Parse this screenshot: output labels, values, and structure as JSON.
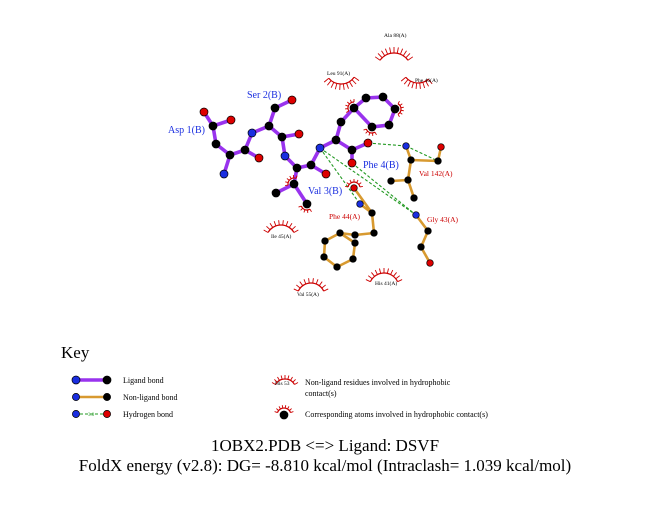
{
  "ligand_residues": [
    {
      "label": "Asp 1(B)"
    },
    {
      "label": "Ser 2(B)"
    },
    {
      "label": "Val 3(B)"
    },
    {
      "label": "Phe 4(B)"
    }
  ],
  "contact_residues": [
    {
      "label": "Phe 44(A)"
    },
    {
      "label": "Val 142(A)"
    },
    {
      "label": "Gly 43(A)"
    }
  ],
  "hydrophobic_residues": [
    {
      "label": "Ala 88(A)"
    },
    {
      "label": "Leu 91(A)"
    },
    {
      "label": "Phe 46(A)"
    },
    {
      "label": "Ile 45(A)"
    },
    {
      "label": "Val 55(A)"
    },
    {
      "label": "His 41(A)"
    }
  ],
  "key": {
    "title": "Key",
    "ligand_bond": "Ligand bond",
    "non_ligand_bond": "Non-ligand bond",
    "hydrogen_bond": "Hydrogen bond",
    "hb_mid": "3.0",
    "example_residue": "His 53",
    "nonligand_residues_line1": "Non-ligand residues involved in hydrophobic",
    "nonligand_residues_line2": "contact(s)",
    "corresponding_atoms": "Corresponding atoms involved in hydrophobic contact(s)"
  },
  "caption": {
    "line1": "1OBX2.PDB <=> Ligand: DSVF",
    "line2": "FoldX energy (v2.8): DG= -8.810 kcal/mol (Intraclash= 1.039 kcal/mol)"
  },
  "colors": {
    "ligand_bond": "#9933ee",
    "nonligand_bond": "#d89a30",
    "hbond": "#229922",
    "carbon": "#000000",
    "nitrogen": "#1a2ee0",
    "oxygen": "#dd0000",
    "ligand_label": "#1a2ee0",
    "contact_label": "#cc0000",
    "arc": "#cc0000"
  }
}
